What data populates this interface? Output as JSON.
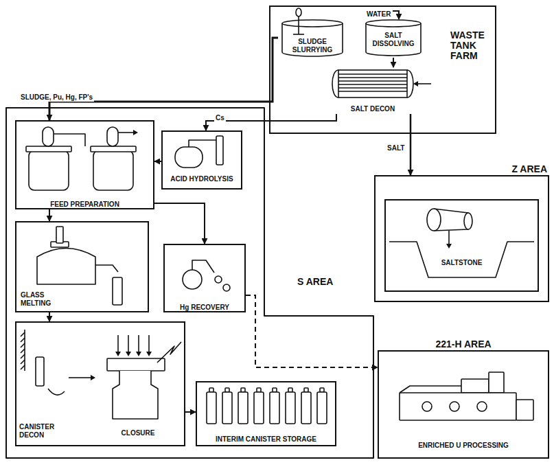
{
  "diagram": {
    "nodes": [
      {
        "text": [
          "WASTE TANK FARM"
        ]
      },
      {
        "text": [
          "SLUDGE SLURRYING"
        ],
        "in": 0
      },
      {
        "text": [
          "SALT DISSOLVING"
        ],
        "in": 0
      },
      {
        "text": [
          "SALT DECON"
        ],
        "in": 0
      },
      {
        "text": [
          "S AREA"
        ]
      },
      {
        "text": [
          "FEED PREPARATION"
        ],
        "in": 4
      },
      {
        "text": [
          "ACID HYDROLYSIS"
        ],
        "in": 4
      },
      {
        "text": [
          "GLASS MELTING"
        ],
        "in": 4
      },
      {
        "text": [
          "Hg RECOVERY"
        ],
        "in": 4
      },
      {
        "text": [
          "CANISTER DECON",
          "CLOSURE"
        ],
        "in": 4
      },
      {
        "text": [
          "INTERIM CANISTER STORAGE"
        ],
        "in": 4
      },
      {
        "text": [
          "Z AREA"
        ]
      },
      {
        "text": [
          "SALTSTONE"
        ],
        "in": 11
      },
      {
        "text": [
          "221-H AREA",
          "ENRICHED U PROCESSING"
        ]
      }
    ],
    "edges": [
      {
        "from": 1,
        "to": 5,
        "arrow": "to",
        "label": "SLUDGE, Pu, Hg, FP's"
      },
      {
        "from": 3,
        "to": 6,
        "arrow": "to",
        "label": "Cs"
      },
      {
        "from": 2,
        "to": 3,
        "arrow": "to"
      },
      {
        "from": 3,
        "to": 11,
        "arrow": "to",
        "label": "SALT"
      },
      {
        "from": 6,
        "to": 5,
        "arrow": "to"
      },
      {
        "from": 5,
        "to": 7,
        "arrow": "to"
      },
      {
        "from": 5,
        "to": 8,
        "arrow": "to"
      },
      {
        "from": 7,
        "to": 9,
        "arrow": "to"
      },
      {
        "from": 9,
        "to": 10,
        "arrow": "to"
      },
      {
        "from": 8,
        "to": 13,
        "arrow": "to"
      }
    ],
    "labels": [
      "WATER"
    ]
  }
}
